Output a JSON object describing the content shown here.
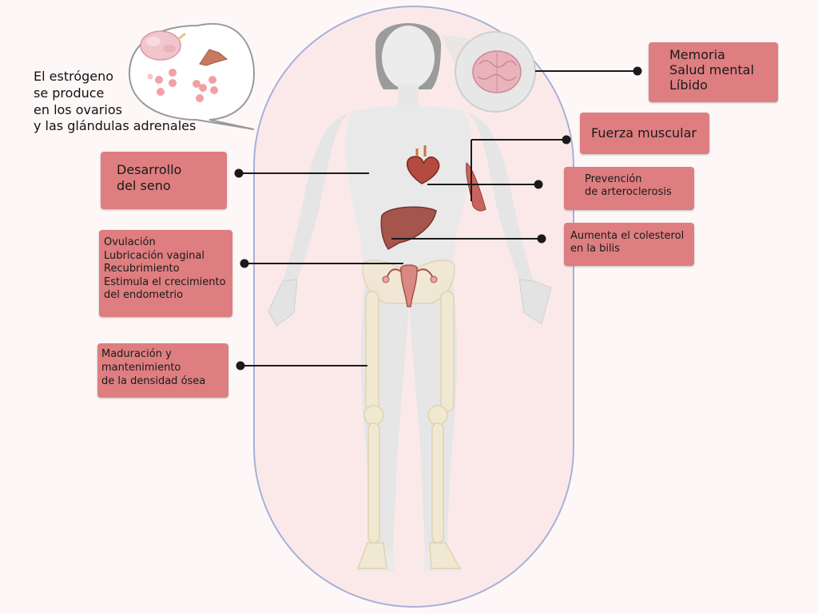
{
  "colors": {
    "background": "#fdf8f7",
    "capsule_fill": "#fbe9ea",
    "capsule_border": "#a8b0d8",
    "label_box": "#de7e80",
    "skin": "#e9e9e9",
    "bone": "#f1e8d2",
    "organ": "#b7605c",
    "connector": "#1a1a1a"
  },
  "intro_text": [
    "El estrógeno",
    "se produce",
    "en los ovarios",
    "y las glándulas adrenales"
  ],
  "labels": {
    "brain": [
      "Memoria",
      "Salud mental",
      "Líbido"
    ],
    "muscle": [
      "Fuerza muscular"
    ],
    "heart": [
      "Prevención",
      "de arteroclerosis"
    ],
    "liver": [
      "Aumenta el colesterol",
      "en la bilis"
    ],
    "breast": [
      "Desarrollo",
      "del seno"
    ],
    "uterus": [
      "Ovulación",
      "Lubricación vaginal",
      "Recubrimiento",
      "Estimula el crecimiento",
      "del endometrio"
    ],
    "bone": [
      "Maduración y",
      "mantenimiento",
      "de la densidad ósea"
    ]
  },
  "icons": {
    "ovary": "ovary-icon",
    "adrenal": "adrenal-gland-icon",
    "brain": "brain-icon",
    "heart": "heart-icon",
    "liver": "liver-icon",
    "uterus": "uterus-icon",
    "muscle": "muscle-icon"
  }
}
